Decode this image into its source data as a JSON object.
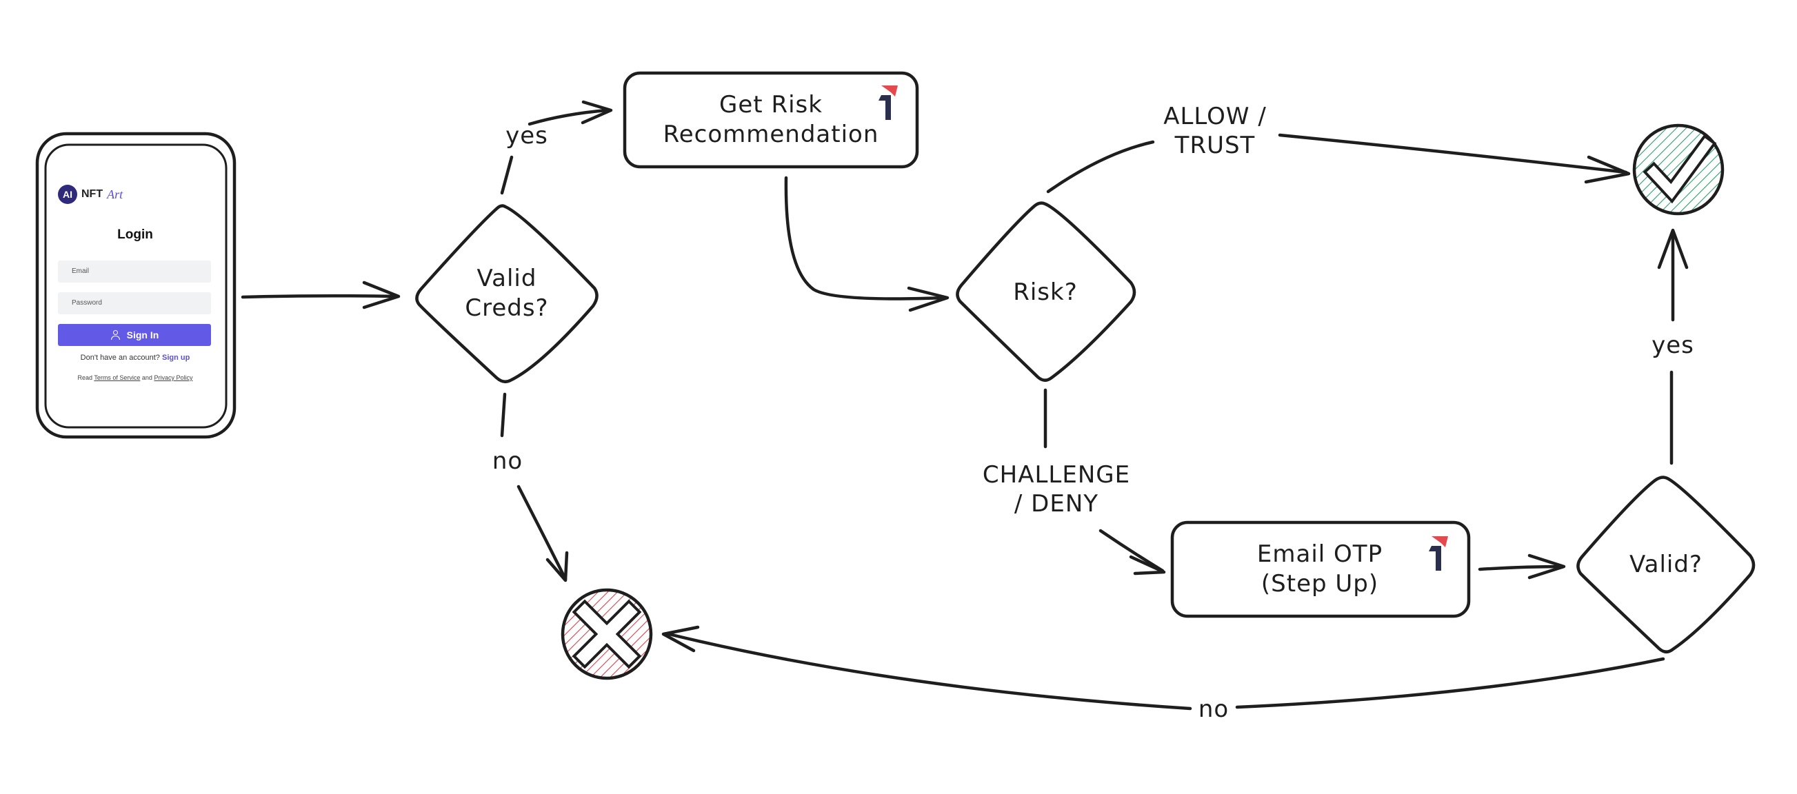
{
  "login_screen": {
    "brand_badge": "AI",
    "brand_nft": "NFT",
    "brand_art": "Art",
    "title": "Login",
    "email_placeholder": "Email",
    "password_placeholder": "Password",
    "signin_label": "Sign In",
    "signup_prompt": "Don't have an account?",
    "signup_link": "Sign up",
    "terms_prefix": "Read",
    "terms_link": "Terms of Service",
    "terms_and": "and",
    "privacy_link": "Privacy Policy"
  },
  "nodes": {
    "valid_creds": [
      "Valid",
      "Creds?"
    ],
    "get_risk": [
      "Get Risk",
      "Recommendation"
    ],
    "risk": "Risk?",
    "email_otp": [
      "Email OTP",
      "(Step Up)"
    ],
    "valid": "Valid?"
  },
  "edge_labels": {
    "yes_top": "yes",
    "no_left": "no",
    "allow_trust": [
      "ALLOW /",
      "TRUST"
    ],
    "challenge_deny": [
      "CHALLENGE",
      "/ DENY"
    ],
    "yes_right": "yes",
    "no_bottom": "no"
  },
  "colors": {
    "stroke": "#1e1e1e",
    "success_hatch": "#2f9e6e",
    "failure_hatch": "#d9434d",
    "brand_navy": "#2b2f4e",
    "brand_red": "#e5484d",
    "button": "#6259e6"
  }
}
